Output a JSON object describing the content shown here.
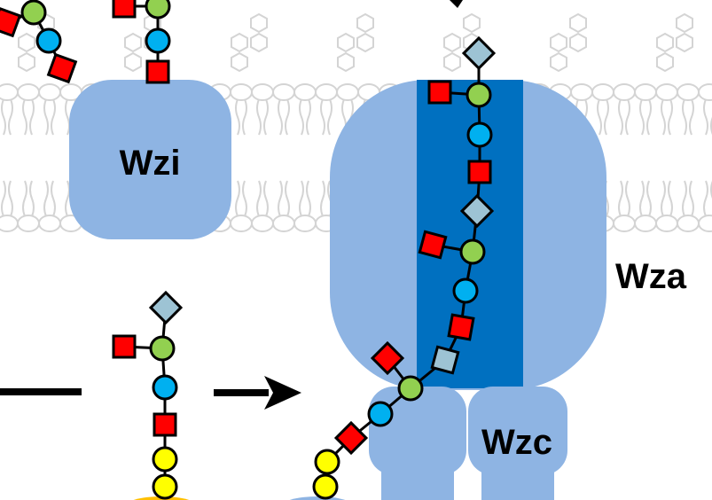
{
  "labels": {
    "wzi": "Wzi",
    "wza": "Wza",
    "wzc": "Wzc"
  },
  "colors": {
    "protein_light": "#8eb4e3",
    "channel_dark": "#0070c0",
    "membrane_gray": "#d4d4d4",
    "sugar_green": "#92d050",
    "sugar_blue": "#00b0f0",
    "sugar_red": "#ff0000",
    "sugar_lightblue": "#9dc3d4",
    "sugar_yellow": "#ffff00",
    "outline": "#000000",
    "lipid_anchor": "#ffc000"
  },
  "legend_symbols": {
    "green_circle": "green-circle-sugar",
    "blue_circle": "blue-circle-sugar",
    "red_square": "red-square-sugar",
    "light_blue_diamond": "light-blue-diamond-sugar",
    "yellow_circle": "yellow-circle-sugar",
    "arrow": "right-arrow-icon"
  }
}
